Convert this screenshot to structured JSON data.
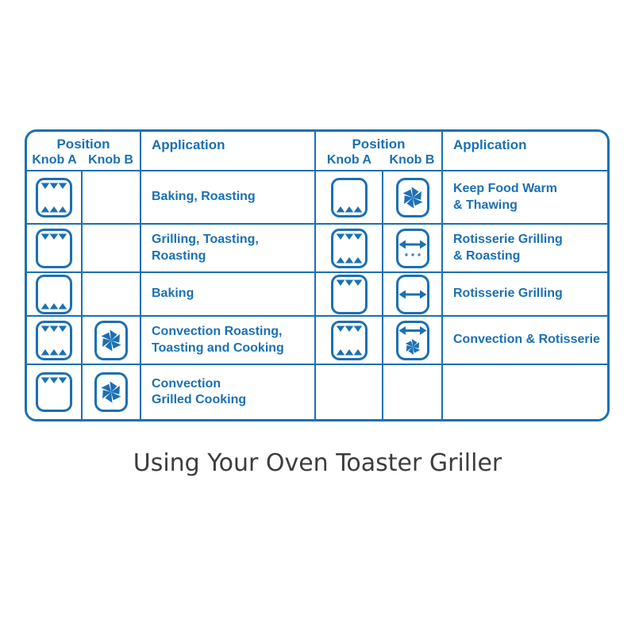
{
  "title": "Using Your Oven Toaster Griller",
  "colors": {
    "accent_blue": "#1b70b4",
    "title_gray": "#3d3d3d"
  },
  "table": {
    "halves": [
      {
        "position_label": "Position",
        "knob_a_label": "Knob A",
        "knob_b_label": "Knob B",
        "application_label": "Application",
        "rows": [
          {
            "knob_a": "oven-top-bottom-elements",
            "knob_b": null,
            "application": "Baking, Roasting"
          },
          {
            "knob_a": "oven-top-element",
            "knob_b": null,
            "application": "Grilling, Toasting,\nRoasting"
          },
          {
            "knob_a": "oven-bottom-element",
            "knob_b": null,
            "application": "Baking"
          },
          {
            "knob_a": "oven-top-bottom-elements",
            "knob_b": "convection-fan",
            "application": "Convection Roasting,\nToasting and Cooking"
          },
          {
            "knob_a": "oven-top-element",
            "knob_b": "convection-fan",
            "application": "Convection\nGrilled Cooking"
          }
        ]
      },
      {
        "position_label": "Position",
        "knob_a_label": "Knob A",
        "knob_b_label": "Knob B",
        "application_label": "Application",
        "rows": [
          {
            "knob_a": "oven-bottom-element",
            "knob_b": "convection-fan",
            "application": "Keep Food Warm\n& Thawing"
          },
          {
            "knob_a": "oven-top-bottom-elements",
            "knob_b": "rotisserie-dots",
            "application": "Rotisserie Grilling\n& Roasting"
          },
          {
            "knob_a": "oven-top-element",
            "knob_b": "rotisserie",
            "application": "Rotisserie Grilling"
          },
          {
            "knob_a": "oven-top-bottom-elements",
            "knob_b": "rotisserie-fan",
            "application": "Convection & Rotisserie"
          },
          {
            "knob_a": null,
            "knob_b": null,
            "application": ""
          }
        ]
      }
    ]
  }
}
